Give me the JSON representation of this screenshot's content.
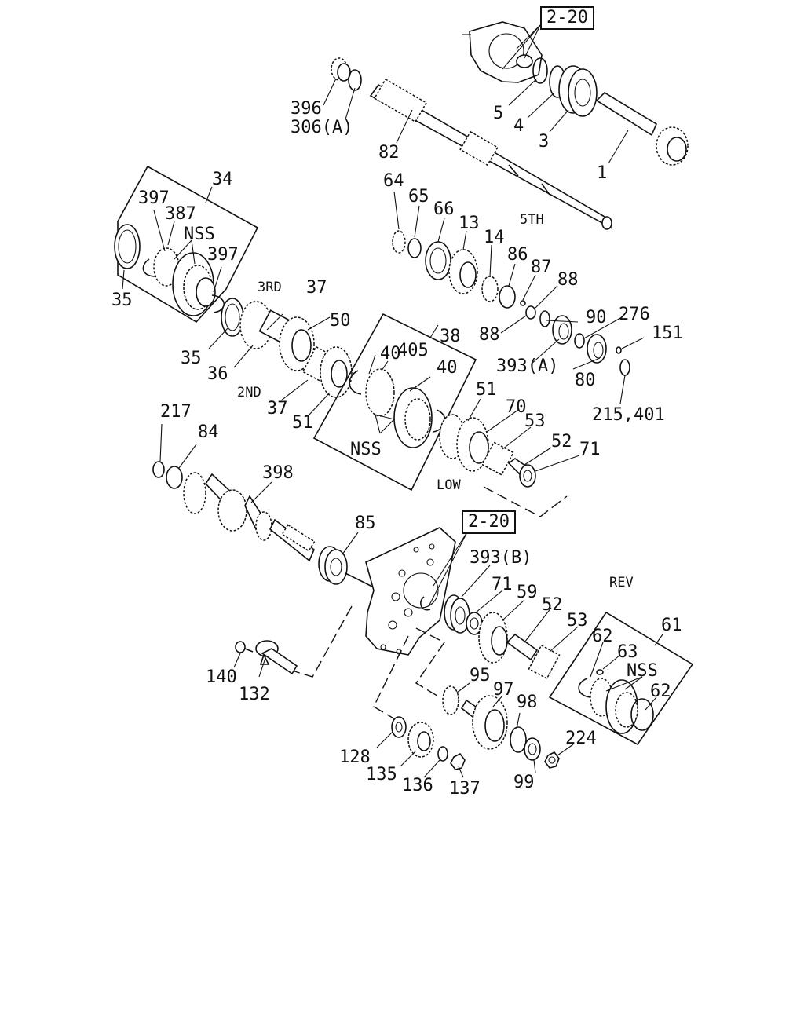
{
  "diagram": {
    "ref_labels": [
      "2-20",
      "2-20"
    ],
    "speed_labels": {
      "fifth": "5TH",
      "third": "3RD",
      "second": "2ND",
      "low": "LOW",
      "rev": "REV"
    },
    "nss": [
      "NSS",
      "NSS",
      "NSS"
    ],
    "parts": {
      "p396": "396",
      "p306a": "306(A)",
      "p82": "82",
      "p5": "5",
      "p4": "4",
      "p3": "3",
      "p1": "1",
      "p34": "34",
      "p397a": "397",
      "p387": "387",
      "p397b": "397",
      "p35a": "35",
      "p35b": "35",
      "p64": "64",
      "p65": "65",
      "p66": "66",
      "p13": "13",
      "p14": "14",
      "p86": "86",
      "p87": "87",
      "p88a": "88",
      "p88b": "88",
      "p90": "90",
      "p276": "276",
      "p151": "151",
      "p393a": "393(A)",
      "p80": "80",
      "p215": "215,401",
      "p37a": "37",
      "p50": "50",
      "p36": "36",
      "p37b": "37",
      "p51a": "51",
      "p38": "38",
      "p40a": "40",
      "p405": "405",
      "p40b": "40",
      "p51b": "51",
      "p70": "70",
      "p53a": "53",
      "p52a": "52",
      "p71a": "71",
      "p217": "217",
      "p84": "84",
      "p398": "398",
      "p85": "85",
      "p393b": "393(B)",
      "p71b": "71",
      "p59": "59",
      "p52b": "52",
      "p53b": "53",
      "p61": "61",
      "p62a": "62",
      "p63": "63",
      "p62b": "62",
      "p140": "140",
      "p132": "132",
      "p95": "95",
      "p97": "97",
      "p98": "98",
      "p128": "128",
      "p135": "135",
      "p136": "136",
      "p137": "137",
      "p99": "99",
      "p224": "224"
    }
  }
}
